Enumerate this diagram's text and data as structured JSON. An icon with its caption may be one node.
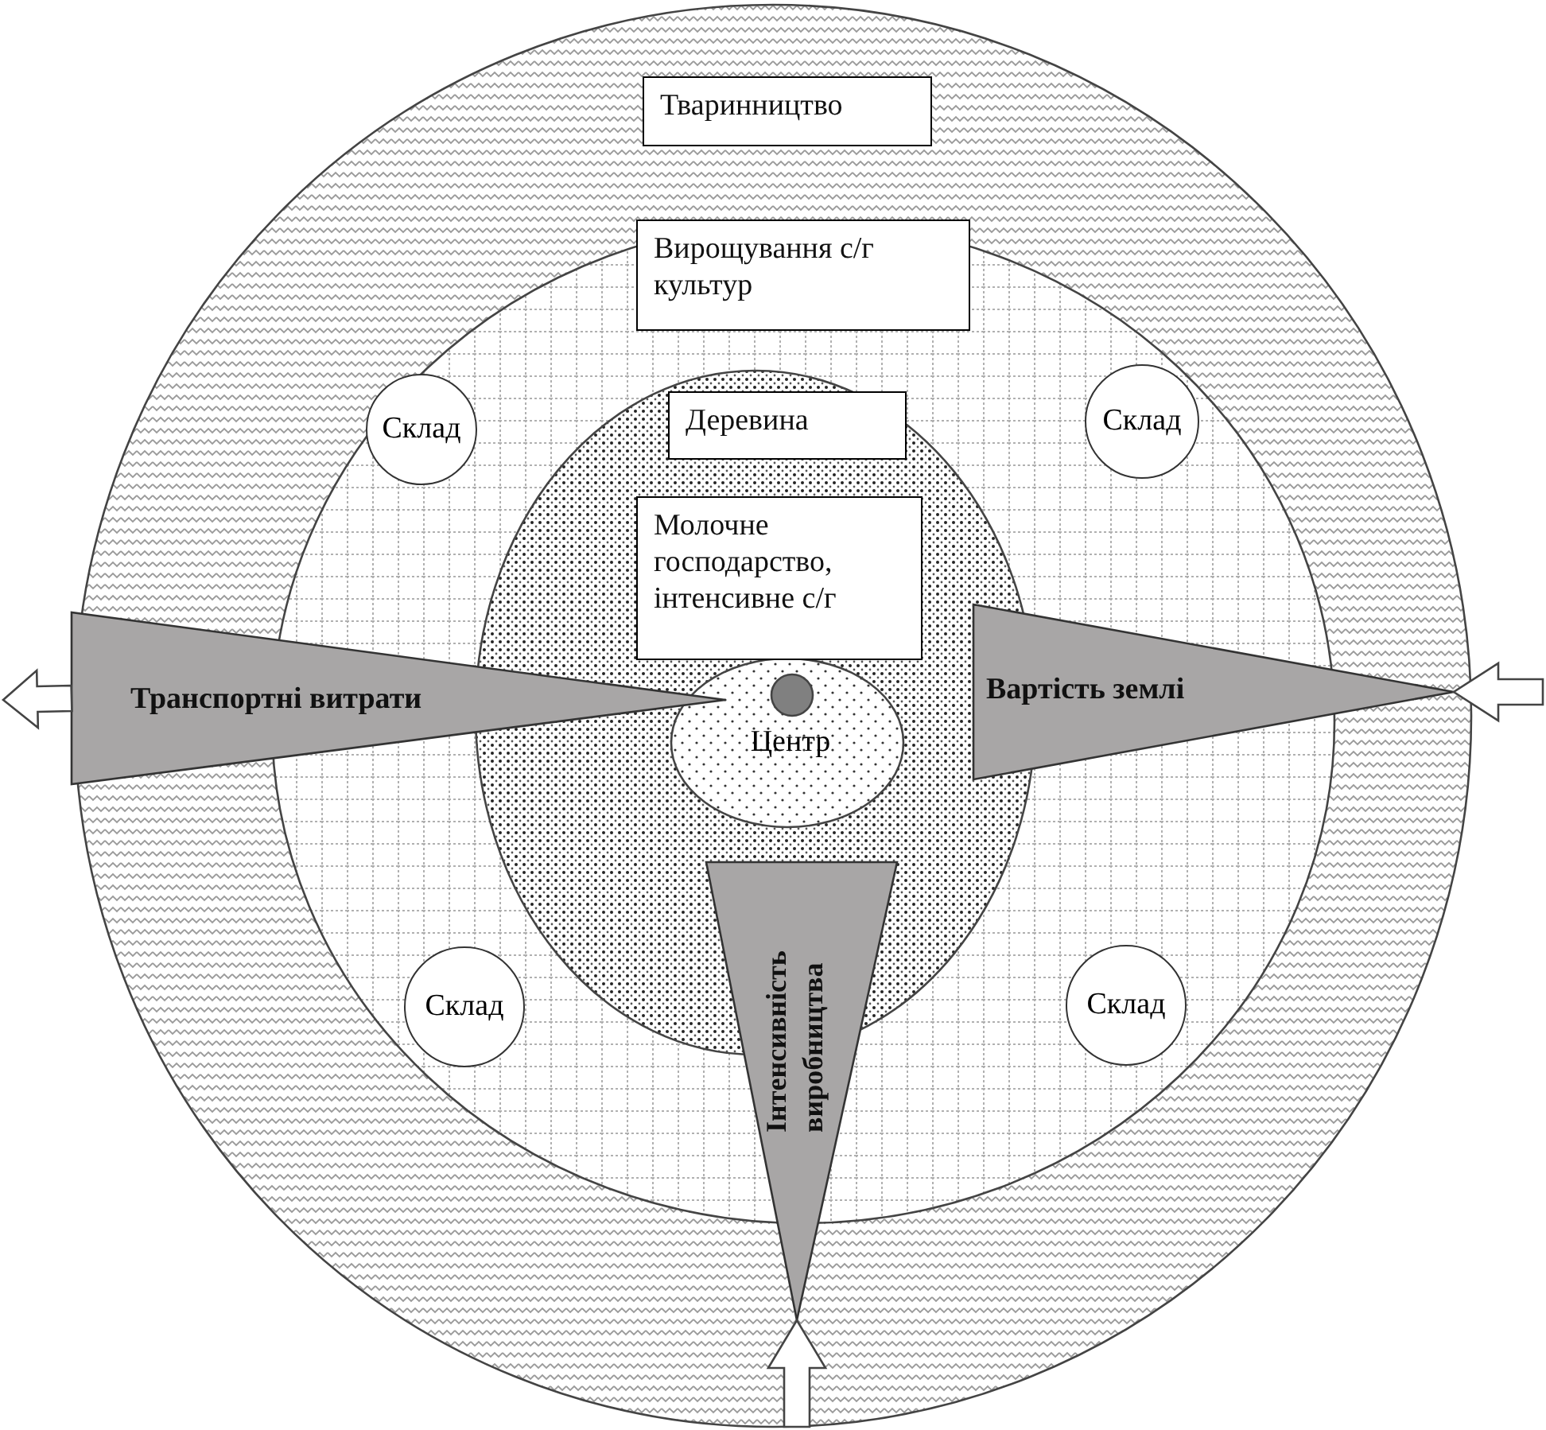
{
  "diagram": {
    "nodes": [
      {
        "text": [
          "Тваринництво"
        ]
      },
      {
        "text": [
          "Вирощування с/г культур"
        ],
        "in": 0
      },
      {
        "text": [
          "Склад"
        ],
        "in": 1
      },
      {
        "text": [
          "Склад"
        ],
        "in": 1
      },
      {
        "text": [
          "Деревина"
        ],
        "in": 1
      },
      {
        "text": [
          "Молочне господарство, інтенсивне с/г"
        ],
        "in": 4
      },
      {
        "text": [
          "Центр"
        ],
        "in": 5
      },
      {
        "text": [
          "Склад"
        ],
        "in": 1
      },
      {
        "text": [
          "Склад"
        ],
        "in": 1
      },
      {
        "text": [
          "Транспортні витрати"
        ],
        "in": 0
      },
      {
        "text": [
          "Вартість землі"
        ],
        "in": 0
      },
      {
        "text": [
          "Інтенсивність виробництва"
        ],
        "in": 0
      }
    ],
    "edges": [
      {
        "from": 9,
        "to": null,
        "arrow": "to"
      },
      {
        "from": null,
        "to": 10,
        "arrow": "to"
      },
      {
        "from": null,
        "to": 11,
        "arrow": "to"
      }
    ]
  }
}
